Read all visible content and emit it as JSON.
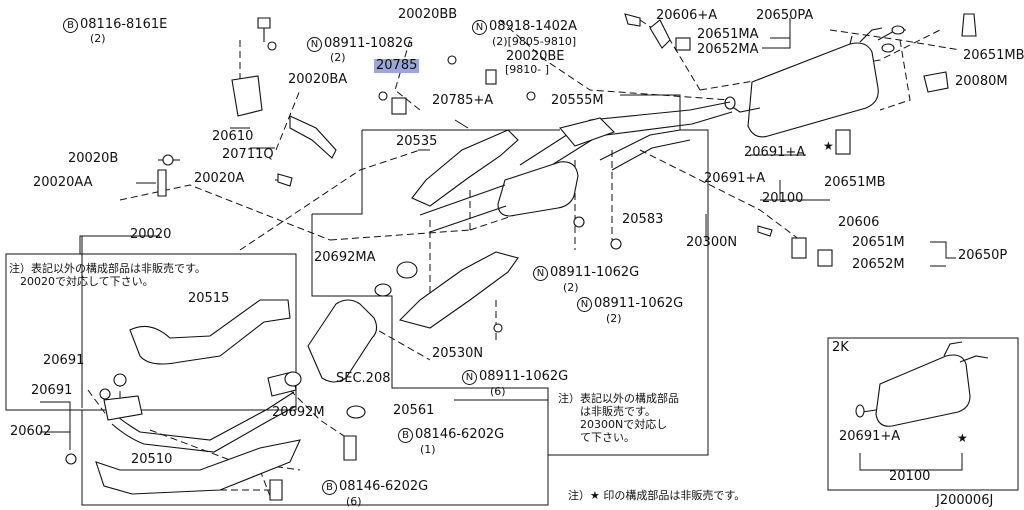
{
  "part_labels": {
    "p08116": "08116-8161E",
    "p08116_qty": "(2)",
    "p08911a": "08911-1082G",
    "p08911a_qty": "(2)",
    "p20020BB": "20020BB",
    "p08918": "08918-1402A",
    "p08918_sub": "(2)[9805-9810]",
    "p20606A": "20606+A",
    "p20650PA": "20650PA",
    "p20651MA": "20651MA",
    "p20652MA": "20652MA",
    "p20651MB_top": "20651MB",
    "p20020BE": "20020BE",
    "p9810": "[9810-     ]",
    "p20785": "20785",
    "p20020BA": "20020BA",
    "p20785A": "20785+A",
    "p20080M": "20080M",
    "p20610": "20610",
    "p20711Q": "20711Q",
    "p20555M": "20555M",
    "p20535": "20535",
    "p20020B": "20020B",
    "p20020AA": "20020AA",
    "p20020A": "20020A",
    "p20691A_1": "20691+A",
    "p20651MB_mid": "20651MB",
    "p20691A_2": "20691+A",
    "p20100": "20100",
    "p20583": "20583",
    "p20606": "20606",
    "p20020": "20020",
    "p20300N": "20300N",
    "p20651M": "20651M",
    "p20650P": "20650P",
    "p20692MA": "20692MA",
    "p20652M": "20652M",
    "p08911b": "08911-1062G",
    "p08911b_qty": "(2)",
    "p08911c": "08911-1062G",
    "p08911c_qty": "(2)",
    "p20515": "20515",
    "p20530N": "20530N",
    "p20691_1": "20691",
    "pSEC208": "SEC.208",
    "p20691_2": "20691",
    "p08911d": "08911-1062G",
    "p08911d_qty": "(6)",
    "p20692M": "20692M",
    "p20561": "20561",
    "p08146a": "08146-6202G",
    "p08146a_qty": "(1)",
    "p20602": "20602",
    "p20510": "20510",
    "p08146b": "08146-6202G",
    "p08146b_qty": "(6)",
    "inset_2K": "2K",
    "inset_20691A": "20691+A",
    "inset_20100": "20100",
    "code": "J200006J",
    "sym_B": "B",
    "sym_N": "N"
  },
  "notes": {
    "left_note": "注）表記以外の構成部品は非販売です。\n　20020で対応して下さい。",
    "mid_note": "注）表記以外の構成部品\n　　は非販売です。\n　　20300Nで対応し\n　　て下さい。",
    "bottom_note": "注）★ 印の構成部品は非販売です。"
  }
}
